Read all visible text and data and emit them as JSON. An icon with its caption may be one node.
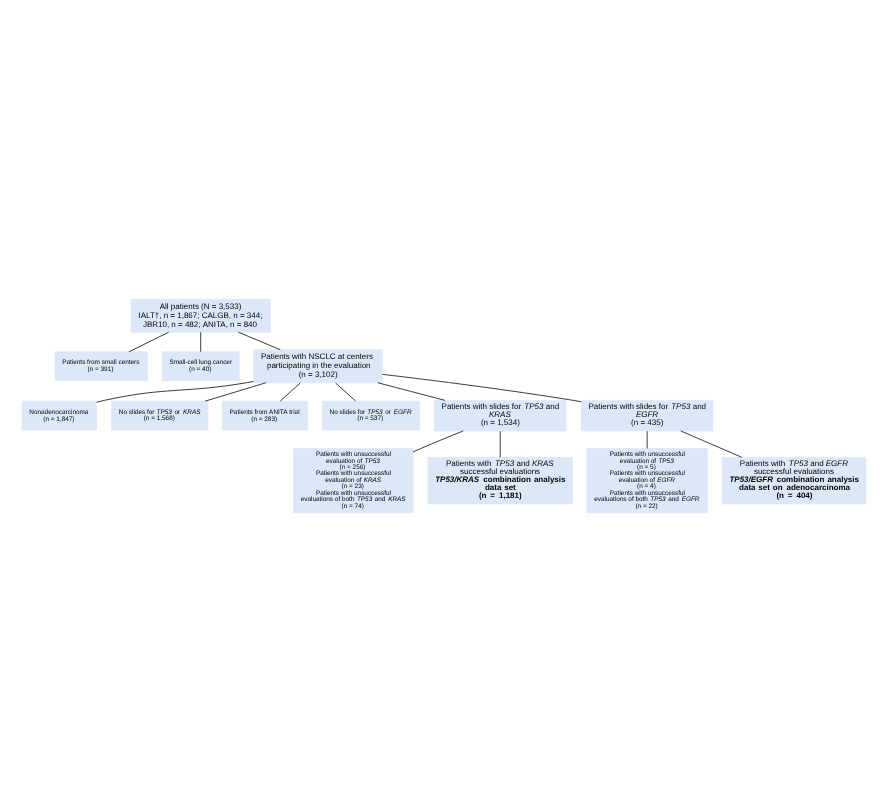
{
  "diagram": {
    "nodes": [
      {
        "text": [
          "All patients (N = 3,533)",
          "IALT†, n = 1,867; CALGB, n = 344; JBR10, n = 482; ANITA, n = 840"
        ]
      },
      {
        "text": [
          "Patients from small centers",
          "(n = 391)"
        ]
      },
      {
        "text": [
          "Small-cell lung cancer",
          "(n = 40)"
        ]
      },
      {
        "text": [
          "Patients with NSCLC at centers participating in the evaluation",
          "(n = 3,102)"
        ]
      },
      {
        "text": [
          "Nonadenocarcinoma",
          "(n = 1,847)"
        ]
      },
      {
        "text": [
          "No slides for *TP53* or *KRAS*",
          "(n = 1,568)"
        ]
      },
      {
        "text": [
          "Patients from ANITA trial",
          "(n = 283)"
        ]
      },
      {
        "text": [
          "No slides for *TP53* or *EGFR*",
          "(n = 537)"
        ]
      },
      {
        "text": [
          "Patients with slides for *TP53* and *KRAS*",
          "(n = 1,534)"
        ]
      },
      {
        "text": [
          "Patients with slides for *TP53* and *EGFR*",
          "(n = 435)"
        ]
      },
      {
        "text": [
          "Patients with unsuccessful evaluation of *TP53*",
          "(n = 256)",
          "Patients with unsuccessful evaluation of *KRAS*",
          "(n = 23)",
          "Patients with unsuccessful evaluations of both *TP53* and *KRAS*",
          "(n = 74)"
        ]
      },
      {
        "text": [
          "Patients with unsuccessful evaluation of *TP53*",
          "(n = 5)",
          "Patients with unsuccessful evaluation of *EGFR*",
          "(n = 4)",
          "Patients with unsuccessful evaluations of both *TP53* and *EGFR*",
          "(n = 22)"
        ]
      },
      {
        "text": [
          "Patients with *TP53* and *KRAS* successful evaluations",
          "*TP53/KRAS* combination analysis data set",
          "(n = 1,181)"
        ]
      },
      {
        "text": [
          "Patients with *TP53* and *EGFR* successful evaluations",
          "*TP53/EGFR* combination analysis data set on adenocarcinoma",
          "(n = 404)"
        ]
      }
    ],
    "edges": [
      {
        "from": 0,
        "to": 1,
        "arrow": "none"
      },
      {
        "from": 0,
        "to": 2,
        "arrow": "none"
      },
      {
        "from": 0,
        "to": 3,
        "arrow": "none"
      },
      {
        "from": 3,
        "to": 5,
        "arrow": "none"
      },
      {
        "from": 3,
        "to": 4,
        "arrow": "none"
      },
      {
        "from": 3,
        "to": 6,
        "arrow": "none"
      },
      {
        "from": 3,
        "to": 7,
        "arrow": "none"
      },
      {
        "from": 3,
        "to": 8,
        "arrow": "none"
      },
      {
        "from": 3,
        "to": 9,
        "arrow": "none"
      },
      {
        "from": 8,
        "to": 10,
        "arrow": "none"
      },
      {
        "from": 9,
        "to": 11,
        "arrow": "none"
      },
      {
        "from": 8,
        "to": 12,
        "arrow": "none"
      },
      {
        "from": 9,
        "to": 13,
        "arrow": "none"
      }
    ]
  }
}
